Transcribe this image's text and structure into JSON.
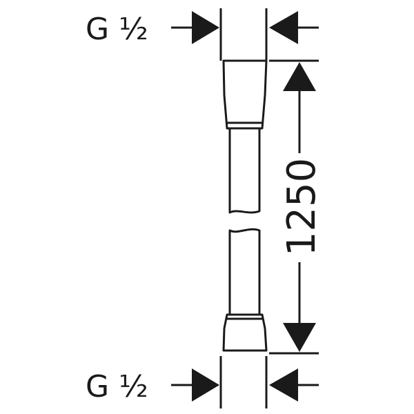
{
  "labels": {
    "thread_top": "G ½",
    "thread_bottom": "G ½",
    "length": "1250"
  },
  "colors": {
    "ink": "#1a1a1a",
    "background": "#ffffff"
  }
}
